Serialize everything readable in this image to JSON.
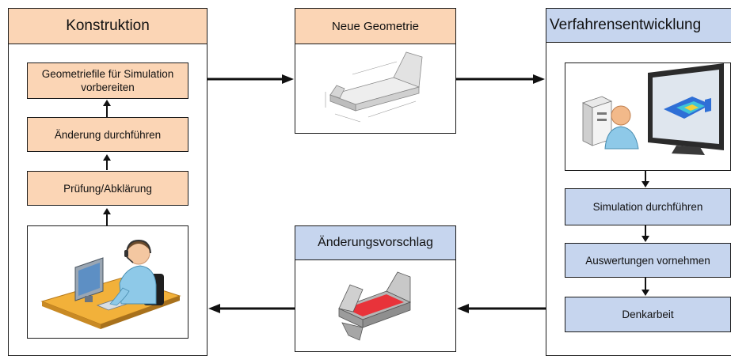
{
  "left": {
    "title": "Konstruktion",
    "steps": [
      "Geometriefile für Simulation vorbereiten",
      "Änderung durchführen",
      "Prüfung/Abklärung"
    ]
  },
  "top_middle": {
    "title": "Neue Geometrie"
  },
  "right": {
    "title": "Verfahrensentwicklung",
    "steps": [
      "Simulation durchführen",
      "Auswertungen vornehmen",
      "Denkarbeit"
    ]
  },
  "bottom_middle": {
    "title": "Änderungsvorschlag"
  },
  "colors": {
    "orange": "#fbd5b5",
    "blue": "#c6d5ee",
    "red_highlight": "#e8333a"
  },
  "icons": [
    "person-at-computer-icon",
    "bent-sheet-part-icon",
    "computer-with-user-icon",
    "sheet-part-highlight-icon"
  ]
}
